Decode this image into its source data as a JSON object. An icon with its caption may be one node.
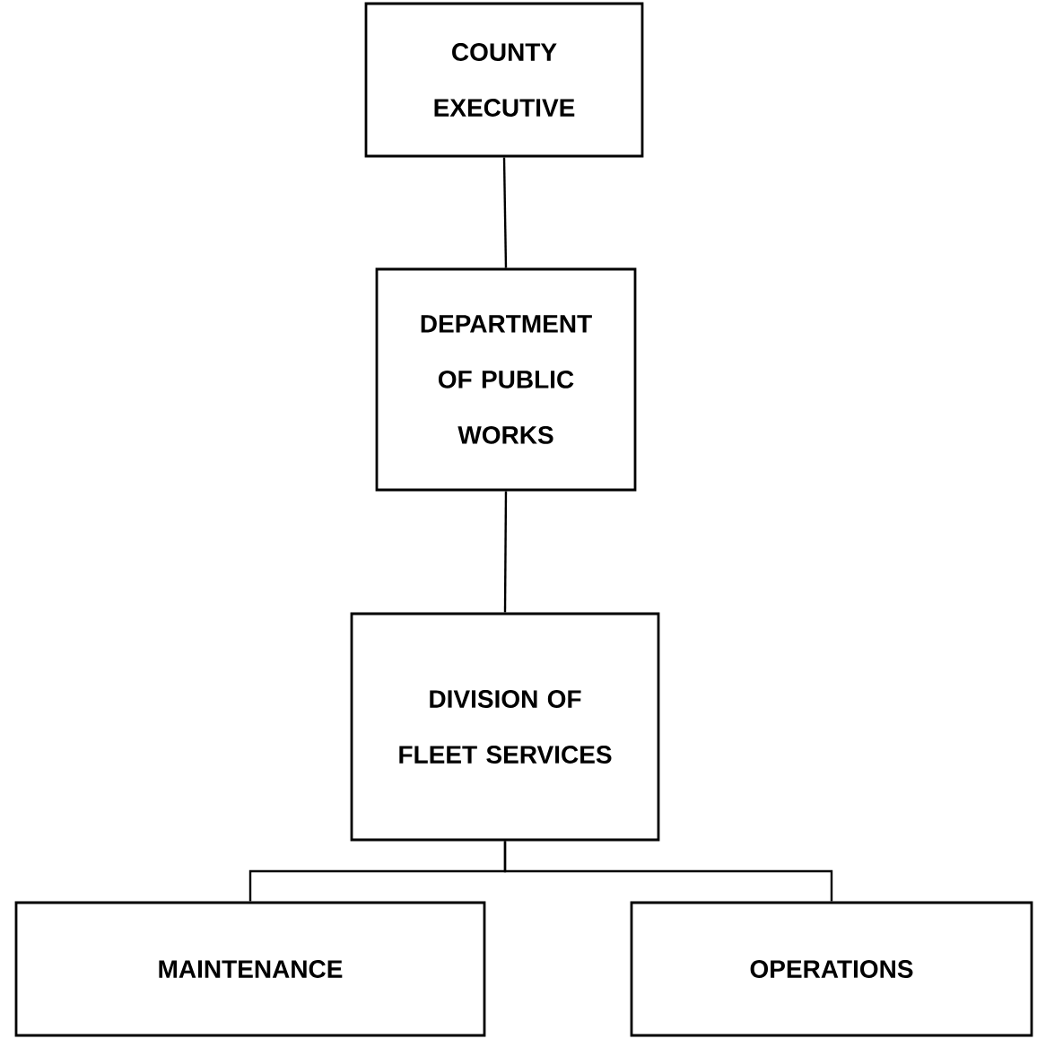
{
  "diagram": {
    "nodes": [
      {
        "text": [
          "COUNTY EXECUTIVE"
        ]
      },
      {
        "text": [
          "DEPARTMENT OF PUBLIC WORKS"
        ]
      },
      {
        "text": [
          "DIVISION OF FLEET SERVICES"
        ]
      },
      {
        "text": [
          "MAINTENANCE"
        ]
      },
      {
        "text": [
          "OPERATIONS"
        ]
      }
    ],
    "edges": [
      {
        "from": 0,
        "to": 1,
        "arrow": "none"
      },
      {
        "from": 1,
        "to": 2,
        "arrow": "none"
      },
      {
        "from": 2,
        "to": 3,
        "arrow": "none"
      },
      {
        "from": 2,
        "to": 4,
        "arrow": "none"
      }
    ]
  }
}
